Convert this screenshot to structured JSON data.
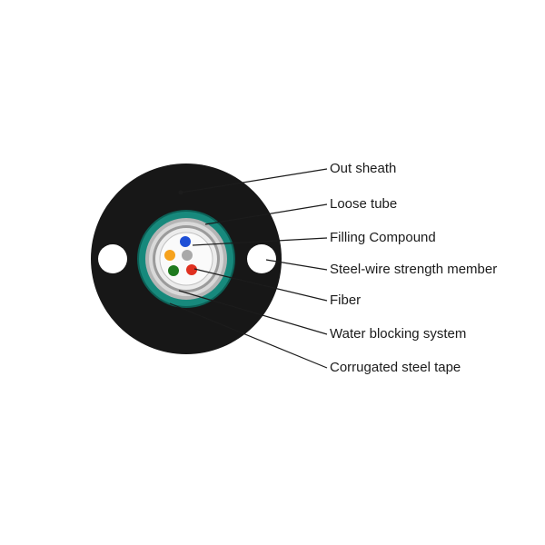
{
  "figure": {
    "name": "fiber-optic-cable-cross-section",
    "labels": [
      {
        "text": "Out sheath"
      },
      {
        "text": "Loose tube"
      },
      {
        "text": "Filling Compound"
      },
      {
        "text": "Steel-wire strength member"
      },
      {
        "text": "Fiber"
      },
      {
        "text": "Water blocking system"
      },
      {
        "text": "Corrugated steel tape"
      }
    ]
  },
  "colors": {
    "background": "#ffffff",
    "sheath_black": "#171717",
    "water_block_teal": "#17897c",
    "teal_edge": "#0c6157",
    "tape_gray_outer": "#b5b5b5",
    "tape_gray_light": "#d9d9d9",
    "tape_gray_inner": "#9b9b9b",
    "tube_ring": "#ececec",
    "tube_inner": "#fafafa",
    "tube_inner_edge": "#c0c0c0",
    "steel_wire_white": "#ffffff",
    "leader_line": "#1c1c1c",
    "label_text": "#1b1b1b",
    "fiber_blue": "#1e4fd6",
    "fiber_orange": "#f6a21d",
    "fiber_gray": "#a9a9a9",
    "fiber_green": "#1e7a1e",
    "fiber_red": "#e03020"
  }
}
